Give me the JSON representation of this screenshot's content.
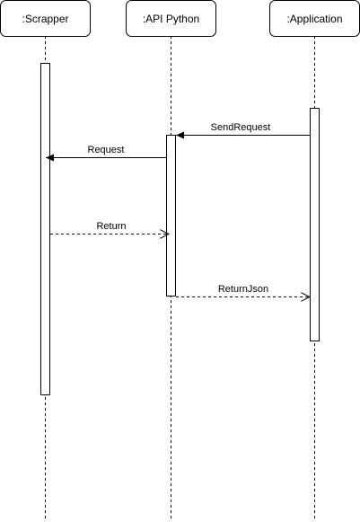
{
  "diagram": {
    "type": "sequence",
    "participants": [
      {
        "id": "scrapper",
        "label": ":Scrapper"
      },
      {
        "id": "api",
        "label": ":API Python"
      },
      {
        "id": "app",
        "label": ":Application"
      }
    ],
    "messages": [
      {
        "label": "SendRequest",
        "from": "app",
        "to": "api",
        "style": "sync"
      },
      {
        "label": "Request",
        "from": "api",
        "to": "scrapper",
        "style": "sync"
      },
      {
        "label": "Return",
        "from": "scrapper",
        "to": "api",
        "style": "return"
      },
      {
        "label": "ReturnJson",
        "from": "api",
        "to": "app",
        "style": "return"
      }
    ]
  },
  "colors": {
    "line": "#000000",
    "background": "#ffffff"
  }
}
